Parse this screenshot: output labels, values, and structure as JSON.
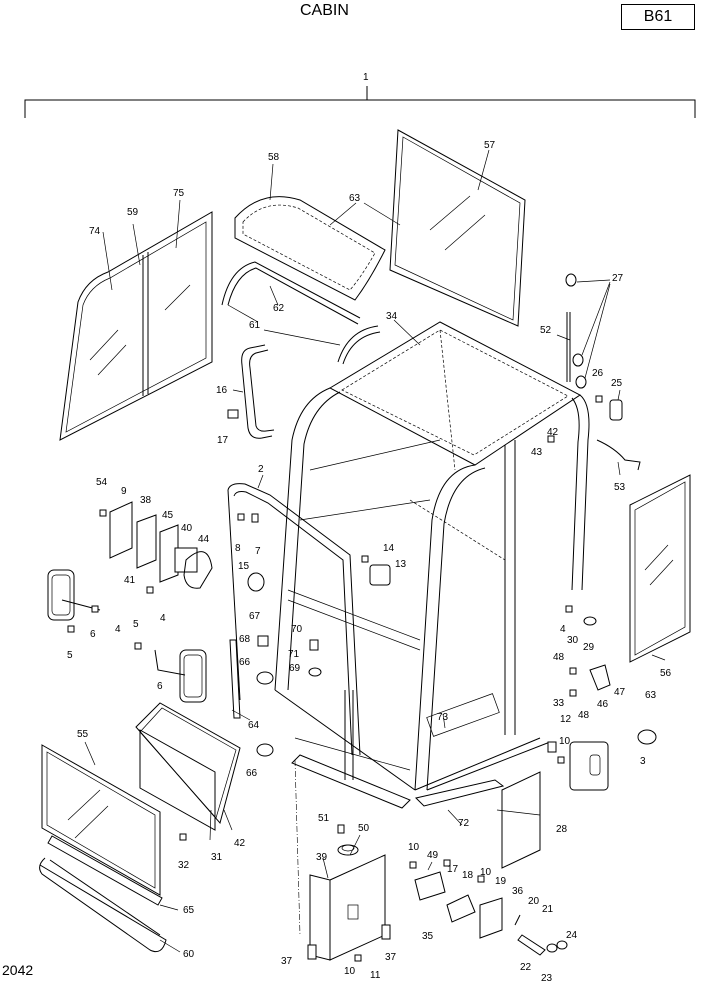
{
  "header": {
    "title": "CABIN",
    "code": "B61"
  },
  "footer": {
    "page_number": "2042"
  },
  "callouts": {
    "c1": "1",
    "c2": "2",
    "c3": "3",
    "c4a": "4",
    "c4b": "4",
    "c4c": "4",
    "c5a": "5",
    "c5b": "5",
    "c6a": "6",
    "c6b": "6",
    "c7": "7",
    "c8": "8",
    "c9": "9",
    "c10a": "10",
    "c10b": "10",
    "c10c": "10",
    "c10d": "10",
    "c11": "11",
    "c12": "12",
    "c13": "13",
    "c14": "14",
    "c15": "15",
    "c16": "16",
    "c17a": "17",
    "c17b": "17",
    "c18": "18",
    "c19": "19",
    "c20": "20",
    "c21": "21",
    "c22": "22",
    "c23": "23",
    "c24": "24",
    "c25": "25",
    "c26": "26",
    "c27": "27",
    "c28": "28",
    "c29": "29",
    "c30": "30",
    "c31": "31",
    "c32": "32",
    "c33": "33",
    "c34": "34",
    "c35": "35",
    "c36": "36",
    "c37a": "37",
    "c37b": "37",
    "c38": "38",
    "c39": "39",
    "c40": "40",
    "c41": "41",
    "c42a": "42",
    "c42b": "42",
    "c43": "43",
    "c44": "44",
    "c45": "45",
    "c46": "46",
    "c47": "47",
    "c48a": "48",
    "c48b": "48",
    "c49": "49",
    "c50": "50",
    "c51": "51",
    "c52": "52",
    "c53": "53",
    "c54": "54",
    "c55": "55",
    "c56": "56",
    "c57": "57",
    "c58": "58",
    "c59": "59",
    "c60": "60",
    "c61": "61",
    "c62": "62",
    "c63a": "63",
    "c63b": "63",
    "c64": "64",
    "c65": "65",
    "c66a": "66",
    "c66b": "66",
    "c67": "67",
    "c68": "68",
    "c69": "69",
    "c70": "70",
    "c71": "71",
    "c72": "72",
    "c73": "73",
    "c74": "74",
    "c75": "75"
  }
}
